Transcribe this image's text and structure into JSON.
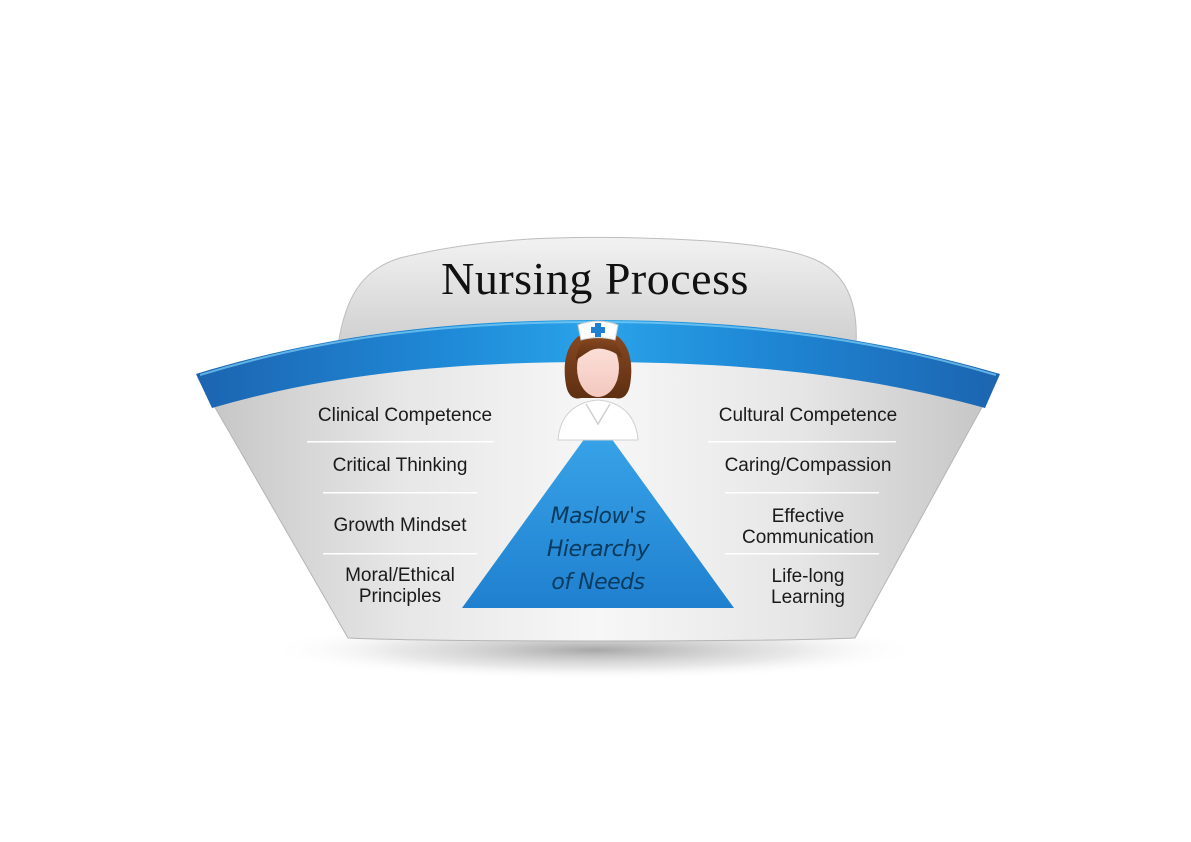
{
  "title": "Nursing Process",
  "center_label": [
    "Maslow's",
    "Hierarchy",
    "of Needs"
  ],
  "left_items": [
    [
      "Clinical Competence"
    ],
    [
      "Critical Thinking"
    ],
    [
      "Growth Mindset"
    ],
    [
      "Moral/Ethical",
      "Principles"
    ]
  ],
  "right_items": [
    [
      "Cultural Competence"
    ],
    [
      "Caring/Compassion"
    ],
    [
      "Effective",
      "Communication"
    ],
    [
      "Life-long",
      "Learning"
    ]
  ],
  "colors": {
    "band_blue": "#1f7fd0",
    "band_highlight": "#3fb4f2",
    "triangle_blue": "#2a8fd8",
    "panel_gray": "#dcdcdc",
    "cap_gray": "#d6d6d6"
  },
  "icons": [
    "nurse-icon",
    "medical-cross-icon"
  ]
}
